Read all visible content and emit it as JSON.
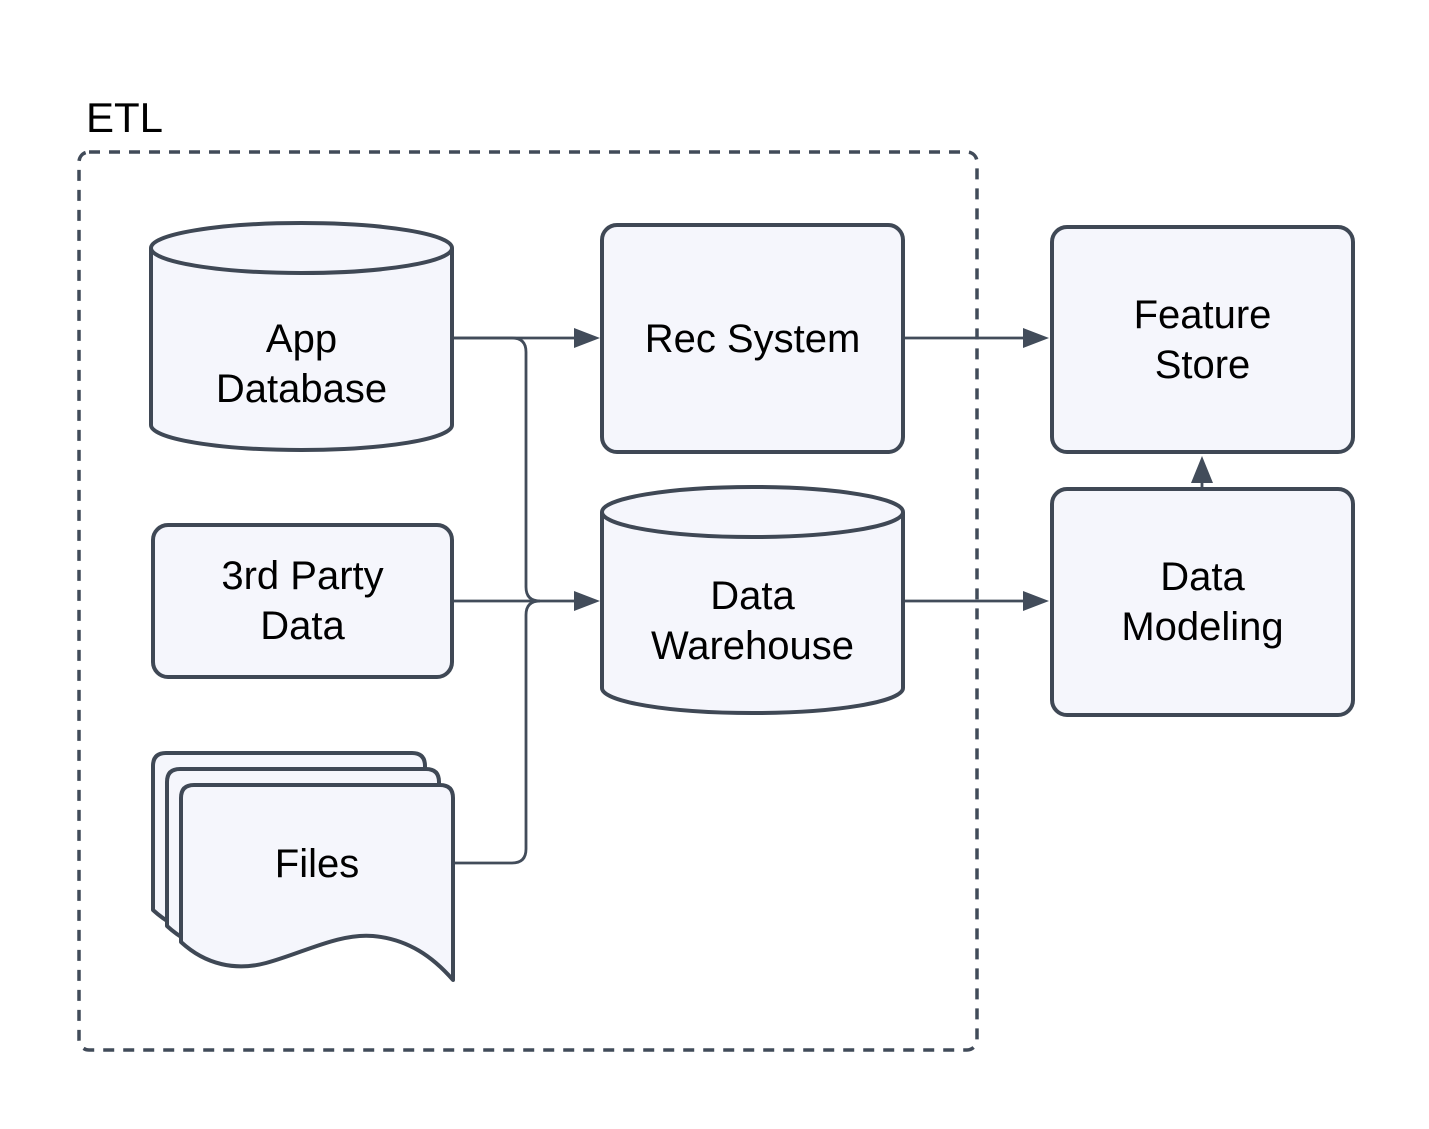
{
  "diagram": {
    "type": "flowchart",
    "group": {
      "label": "ETL",
      "style": "dashed-container",
      "contains": [
        "app_database",
        "third_party_data",
        "files",
        "rec_system",
        "data_warehouse"
      ]
    },
    "nodes": {
      "app_database": {
        "label": "App Database",
        "lines": [
          "App",
          "Database"
        ],
        "shape": "cylinder"
      },
      "rec_system": {
        "label": "Rec System",
        "lines": [
          "Rec System"
        ],
        "shape": "rounded-rect"
      },
      "third_party_data": {
        "label": "3rd Party Data",
        "lines": [
          "3rd Party",
          "Data"
        ],
        "shape": "rounded-rect"
      },
      "data_warehouse": {
        "label": "Data Warehouse",
        "lines": [
          "Data",
          "Warehouse"
        ],
        "shape": "cylinder"
      },
      "files": {
        "label": "Files",
        "lines": [
          "Files"
        ],
        "shape": "document-stack"
      },
      "feature_store": {
        "label": "Feature Store",
        "lines": [
          "Feature",
          "Store"
        ],
        "shape": "rounded-rect"
      },
      "data_modeling": {
        "label": "Data Modeling",
        "lines": [
          "Data",
          "Modeling"
        ],
        "shape": "rounded-rect"
      }
    },
    "edges": [
      {
        "from": "app_database",
        "to": "rec_system",
        "arrow": true
      },
      {
        "from": "app_database",
        "to": "data_warehouse",
        "arrow": true
      },
      {
        "from": "third_party_data",
        "to": "data_warehouse",
        "arrow": true
      },
      {
        "from": "files",
        "to": "data_warehouse",
        "arrow": true
      },
      {
        "from": "rec_system",
        "to": "feature_store",
        "arrow": true
      },
      {
        "from": "data_warehouse",
        "to": "data_modeling",
        "arrow": true
      },
      {
        "from": "data_modeling",
        "to": "feature_store",
        "arrow": true
      }
    ],
    "colors": {
      "background": "#ffffff",
      "node_fill": "#f5f6fc",
      "node_border": "#3f4855",
      "connector": "#424c5a",
      "group_border": "#414b59",
      "text": "#000000"
    }
  }
}
